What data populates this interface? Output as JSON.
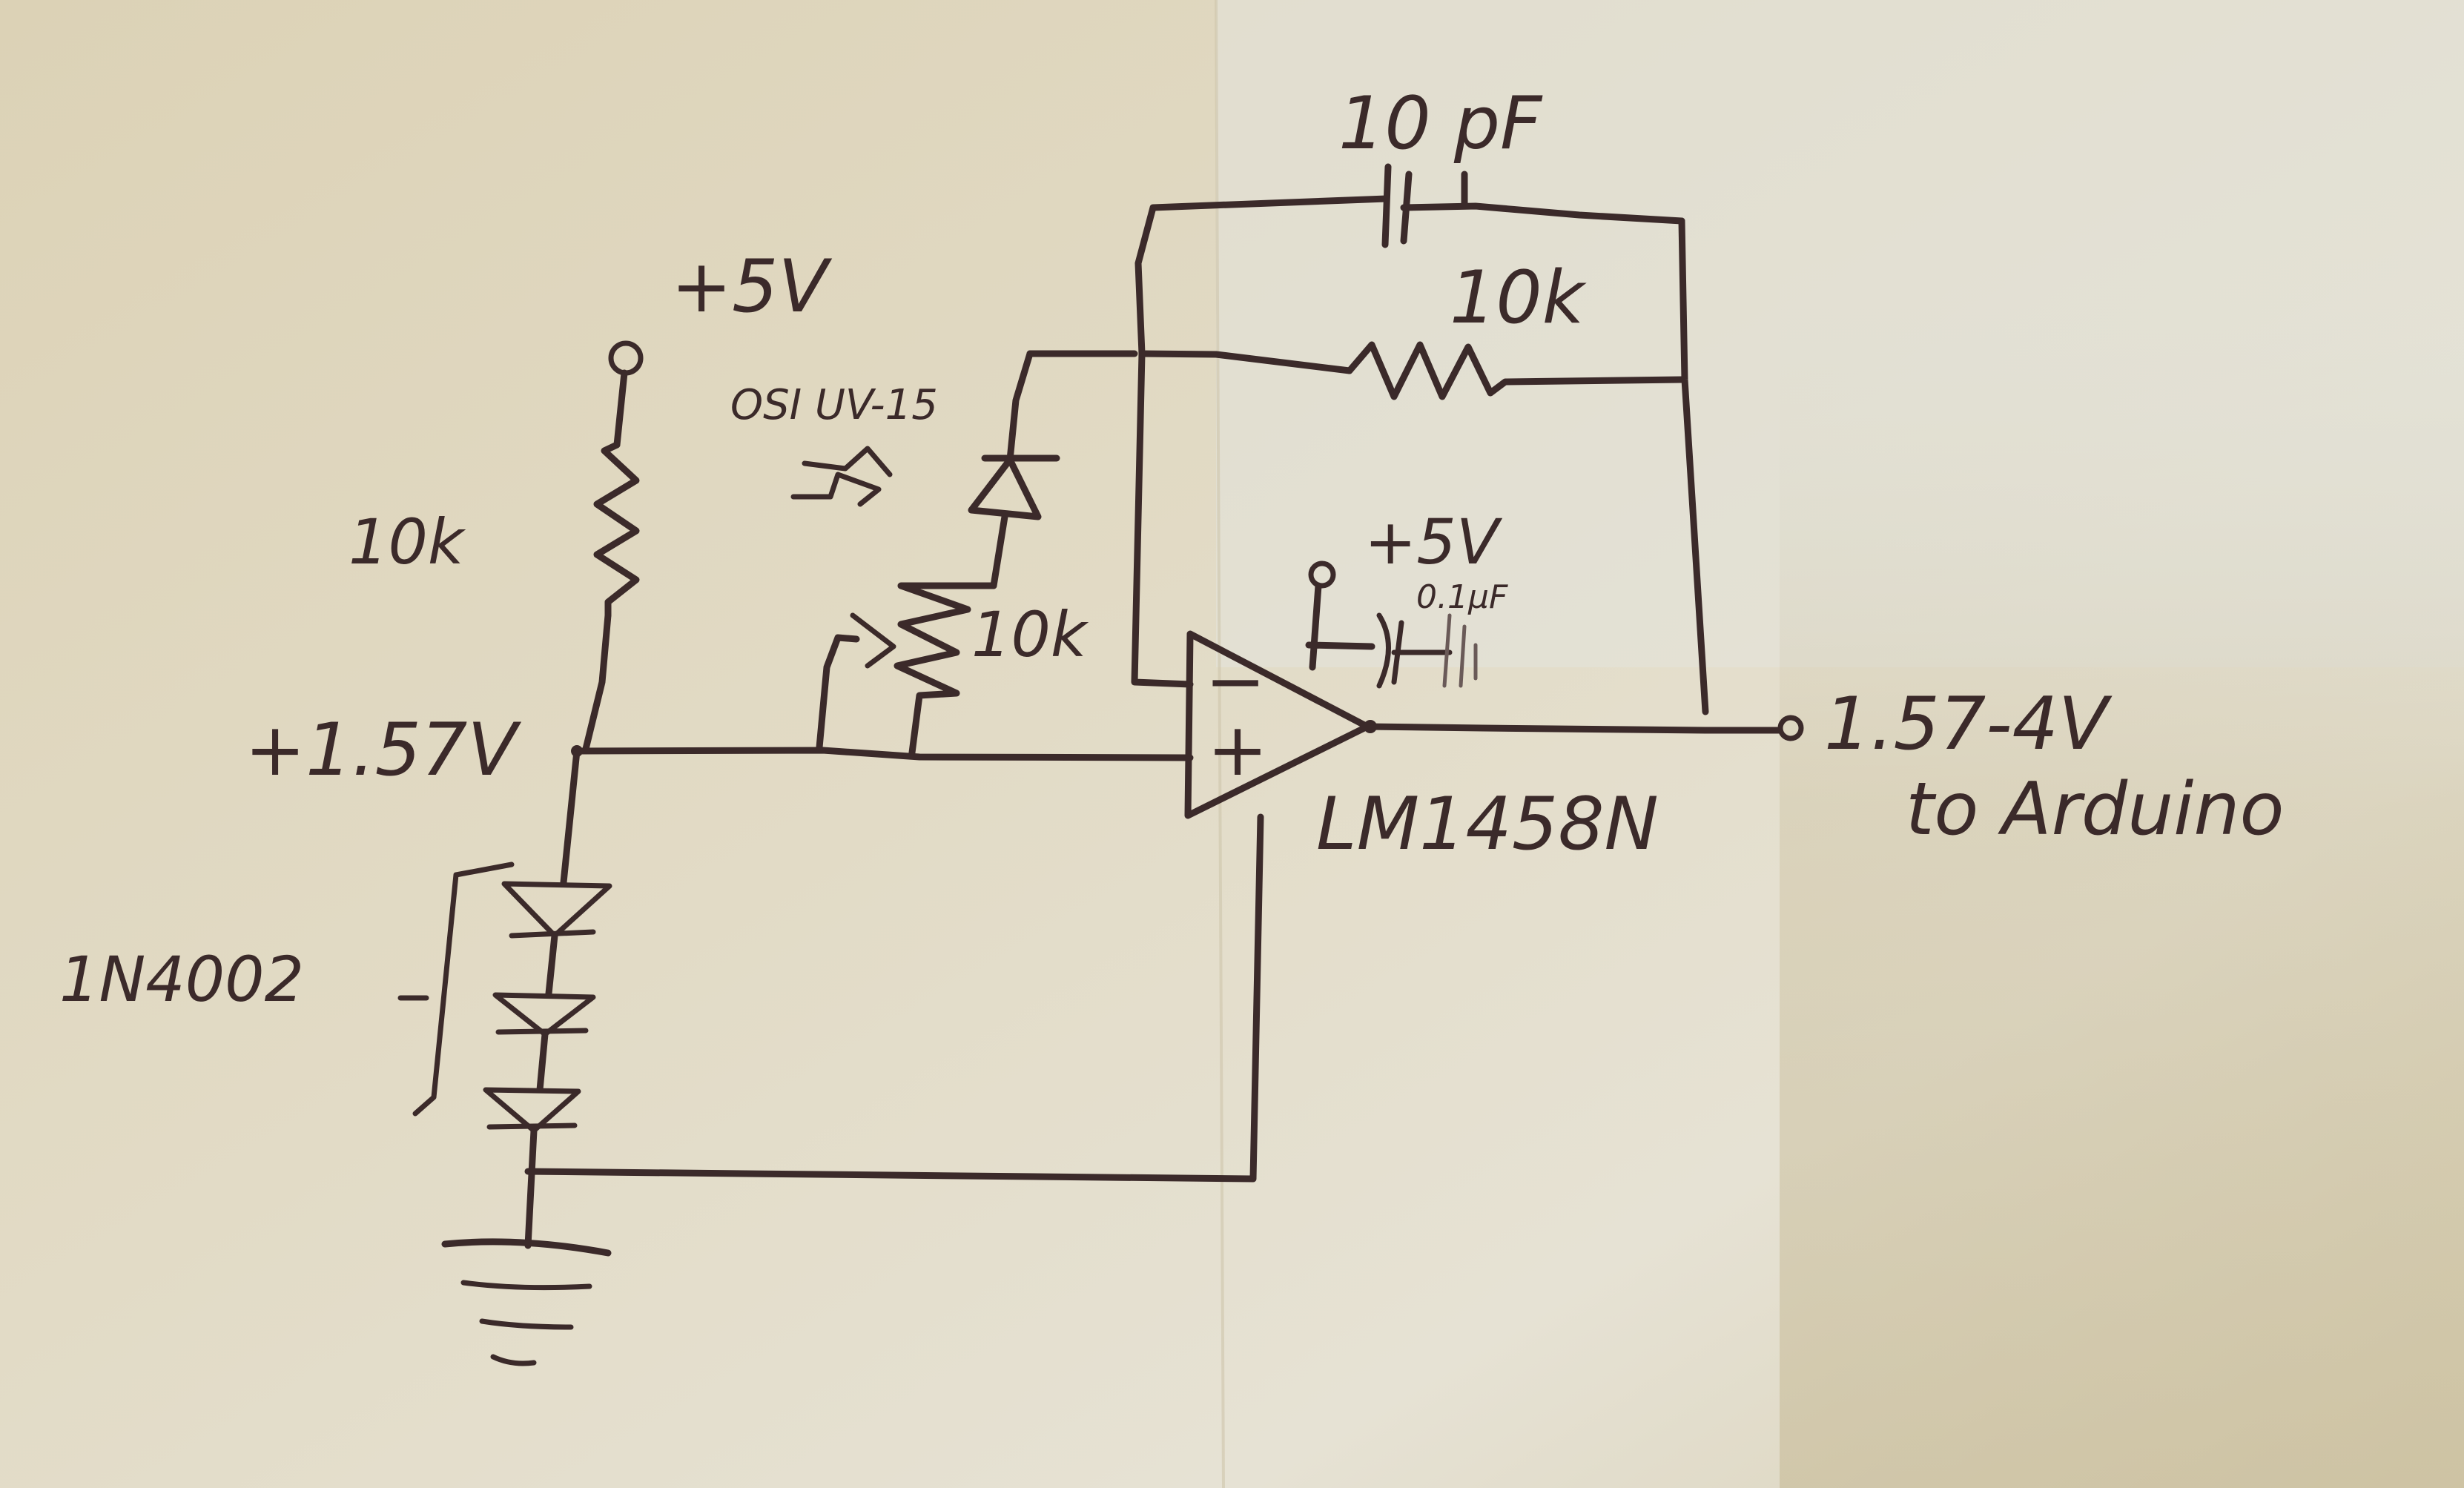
{
  "schematic": {
    "title": "",
    "colors": {
      "paper_warm": "#ddd2b6",
      "paper_light": "#e6e2d6",
      "paper_cool": "#dde0dc",
      "ink": "#3b2a2a"
    },
    "labels": {
      "supply_top": "+5V",
      "bias_resistor": "10k",
      "bias_node": "+1.57V",
      "diode_string": "1N4002",
      "photodiode": "OSI UV-15",
      "pot": "10k",
      "feedback_cap": "10 pF",
      "feedback_resistor": "10k",
      "opamp_supply": "+5V",
      "decoupling_cap": "0.1µF",
      "opamp_minus": "−",
      "opamp_plus": "+",
      "opamp_part": "LM1458N",
      "output_range": "1.57-4V",
      "output_dest": "to Arduino"
    },
    "components": [
      {
        "type": "terminal",
        "label": "+5V"
      },
      {
        "type": "resistor",
        "value": "10k"
      },
      {
        "type": "node",
        "label": "+1.57V"
      },
      {
        "type": "diode",
        "part": "1N4002",
        "count": 3
      },
      {
        "type": "ground"
      },
      {
        "type": "photodiode",
        "part": "OSI UV-15"
      },
      {
        "type": "potentiometer",
        "value": "10k"
      },
      {
        "type": "capacitor",
        "value": "10 pF",
        "role": "feedback"
      },
      {
        "type": "resistor",
        "value": "10k",
        "role": "feedback"
      },
      {
        "type": "opamp",
        "part": "LM1458N"
      },
      {
        "type": "capacitor",
        "value": "0.1µF",
        "role": "decoupling"
      },
      {
        "type": "terminal",
        "label": "1.57-4V to Arduino"
      }
    ]
  }
}
